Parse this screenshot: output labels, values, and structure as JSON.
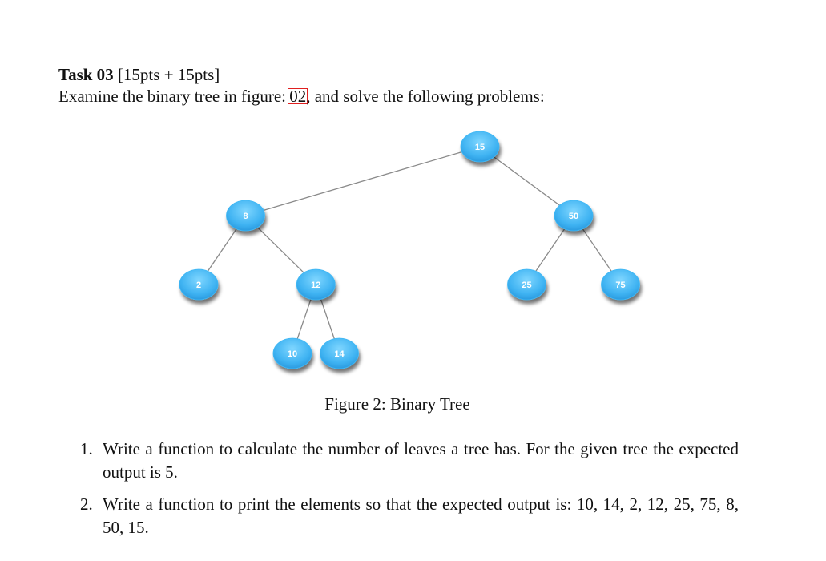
{
  "header": {
    "task_label": "Task 03",
    "points": "[15pts + 15pts]"
  },
  "intro": {
    "before": "Examine the binary tree in figure: ",
    "figure_ref": "02",
    "after": ", and solve the following problems:"
  },
  "tree": {
    "nodes": [
      {
        "id": "n15",
        "label": "15",
        "depth": 0,
        "order": 6
      },
      {
        "id": "n8",
        "label": "8",
        "depth": 1,
        "order": 1
      },
      {
        "id": "n50",
        "label": "50",
        "depth": 1,
        "order": 8
      },
      {
        "id": "n2",
        "label": "2",
        "depth": 2,
        "order": 0
      },
      {
        "id": "n12",
        "label": "12",
        "depth": 2,
        "order": 2.5
      },
      {
        "id": "n25",
        "label": "25",
        "depth": 2,
        "order": 7
      },
      {
        "id": "n75",
        "label": "75",
        "depth": 2,
        "order": 9
      },
      {
        "id": "n10",
        "label": "10",
        "depth": 3,
        "order": 2
      },
      {
        "id": "n14",
        "label": "14",
        "depth": 3,
        "order": 3
      }
    ],
    "edges": [
      [
        "n15",
        "n8"
      ],
      [
        "n15",
        "n50"
      ],
      [
        "n8",
        "n2"
      ],
      [
        "n8",
        "n12"
      ],
      [
        "n12",
        "n10"
      ],
      [
        "n12",
        "n14"
      ],
      [
        "n50",
        "n25"
      ],
      [
        "n50",
        "n75"
      ]
    ],
    "node_color": "#3fb8f5",
    "edge_color": "#8a8a8a"
  },
  "caption": "Figure 2: Binary Tree",
  "problems": [
    {
      "number": "1.",
      "text": "Write a function to calculate the number of leaves a tree has. For the given tree the expected output is 5."
    },
    {
      "number": "2.",
      "text": "Write a function to print the elements so that the expected output is: 10, 14, 2, 12, 25, 75, 8, 50, 15."
    }
  ]
}
